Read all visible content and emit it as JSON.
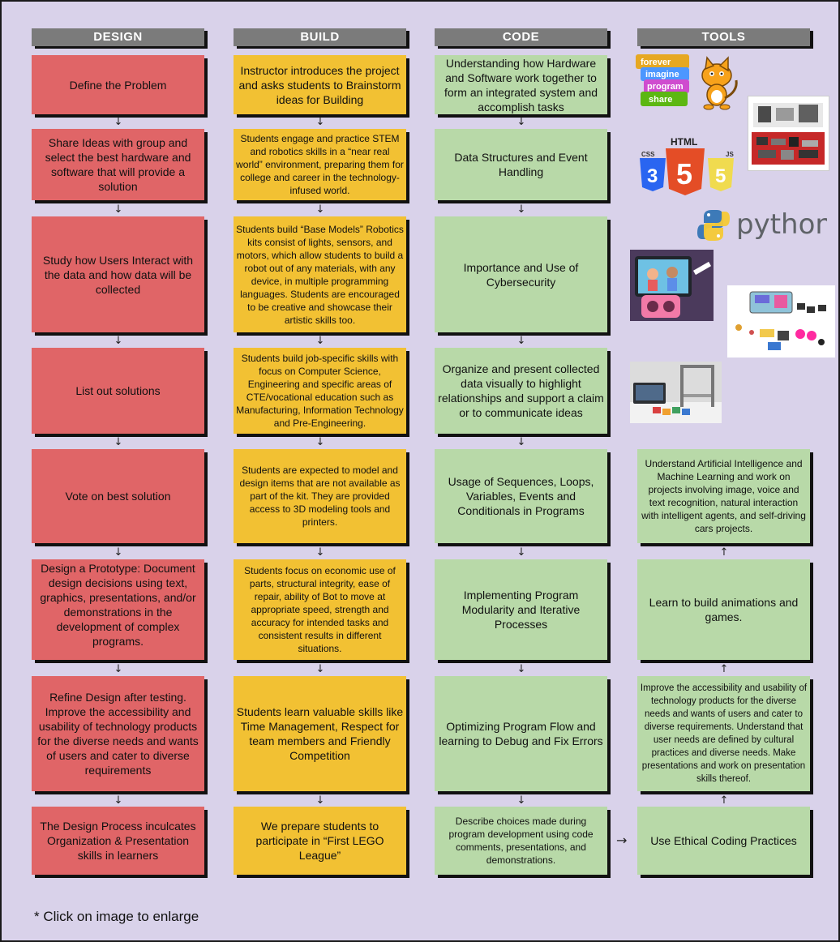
{
  "headers": [
    "DESIGN",
    "BUILD",
    "CODE",
    "TOOLS"
  ],
  "design": [
    "Define the Problem",
    "Share Ideas with group and select the best hardware and software that will provide a solution",
    "Study how Users Interact with the data and how data will be collected",
    "List out solutions",
    "Vote on best solution",
    "Design a Prototype: Document design decisions using text, graphics, presentations, and/or demonstrations in the development of complex programs.",
    "Refine Design after testing. Improve the accessibility and usability of technology products for the diverse needs and wants of users and cater to diverse requirements",
    "The Design Process inculcates Organization & Presentation skills in learners"
  ],
  "build": [
    "Instructor introduces the project and asks students to Brainstorm ideas for Building",
    "Students engage and practice STEM and robotics skills in a “near real world” environment, preparing them for college and career in the technology-infused world.",
    "Students build “Base Models” Robotics kits consist of lights, sensors, and motors, which allow students to build a robot out of any materials, with any device, in multiple programming languages. Students are encouraged to be creative and showcase their artistic skills too.",
    "Students build job-specific skills with focus on Computer Science, Engineering and specific areas of CTE/vocational education such as Manufacturing, Information Technology and Pre-Engineering.",
    "Students are expected to model and design items that are not available as part of the kit. They are provided access to 3D modeling tools and printers.",
    "Students focus on economic use of parts, structural integrity, ease of repair, ability of Bot to move at appropriate speed, strength and accuracy for intended tasks and consistent results in different situations.",
    "Students learn valuable skills like Time Management, Respect for team members and Friendly Competition",
    "We prepare students to participate in “First LEGO League”"
  ],
  "code": [
    "Understanding how Hardware and Software work together to form an integrated system and accomplish tasks",
    "Data Structures and Event Handling",
    "Importance and Use of Cybersecurity",
    "Organize and present collected data visually to highlight relationships and support a claim or to communicate ideas",
    "Usage of Sequences, Loops, Variables, Events and Conditionals in Programs",
    "Implementing Program Modularity and Iterative Processes",
    "Optimizing Program Flow and learning to Debug and Fix Errors",
    "Describe choices made during program development using code comments, presentations, and demonstrations."
  ],
  "tools": [
    "Understand Artificial Intelligence and Machine Learning and work on projects involving image, voice and text recognition, natural interaction with intelligent agents, and self-driving cars projects.",
    "Learn to build animations and games.",
    "Improve the accessibility and usability of technology products for the diverse needs and wants of users and cater to diverse requirements. Understand that user needs are defined by cultural practices and diverse needs. Make presentations and work on presentation skills thereof.",
    "Use Ethical Coding Practices"
  ],
  "logos": {
    "scratch_blocks": [
      "forever",
      "imagine",
      "program",
      "share"
    ],
    "html5": [
      "HTML",
      "3",
      "5",
      "5"
    ],
    "css_tag": "CSS",
    "js_tag": "JS",
    "python": "python"
  },
  "arrows": {
    "down": "↓",
    "up": "↑",
    "right": "→"
  },
  "note": "* Click on image to enlarge",
  "colors": {
    "design": "#e06567",
    "build": "#f2c133",
    "code": "#b8d9a8",
    "header": "#7b7b7b",
    "background": "#d9d2ea"
  }
}
